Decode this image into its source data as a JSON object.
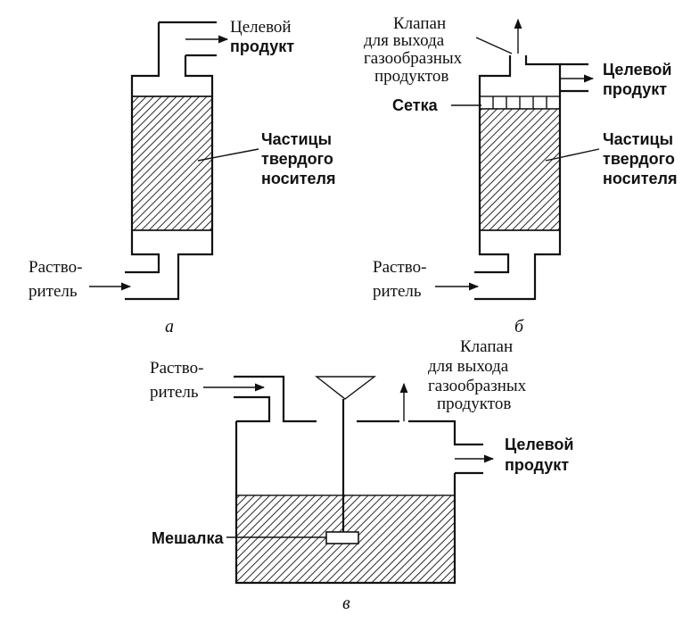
{
  "diagram_a": {
    "caption": "а",
    "outlet_label_1": "Целевой",
    "outlet_label_2": "продукт",
    "particles_label_1": "Частицы",
    "particles_label_2": "твердого",
    "particles_label_3": "носителя",
    "inlet_label_1": "Раство-",
    "inlet_label_2": "ритель"
  },
  "diagram_b": {
    "caption": "б",
    "valve_label_1": "Клапан",
    "valve_label_2": "для выхода",
    "valve_label_3": "газообразных",
    "valve_label_4": "продуктов",
    "outlet_label_1": "Целевой",
    "outlet_label_2": "продукт",
    "mesh_label": "Сетка",
    "particles_label_1": "Частицы",
    "particles_label_2": "твердого",
    "particles_label_3": "носителя",
    "inlet_label_1": "Раство-",
    "inlet_label_2": "ритель"
  },
  "diagram_c": {
    "caption": "в",
    "inlet_label_1": "Раство-",
    "inlet_label_2": "ритель",
    "valve_label_1": "Клапан",
    "valve_label_2": "для выхода",
    "valve_label_3": "газообразных",
    "valve_label_4": "продуктов",
    "outlet_label_1": "Целевой",
    "outlet_label_2": "продукт",
    "stirrer_label": "Мешалка"
  }
}
